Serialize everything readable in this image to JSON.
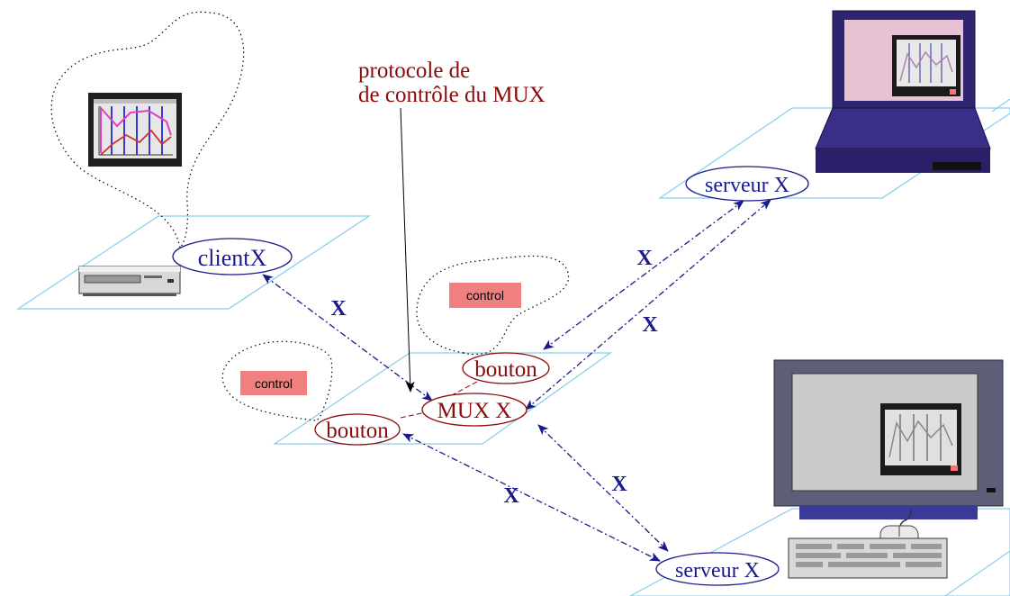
{
  "annotation": {
    "line1": "protocole de",
    "line2": "de contrôle du MUX"
  },
  "nodes": {
    "client": "clientX",
    "server_top": "serveur X",
    "server_bottom": "serveur X",
    "mux": "MUX X",
    "button_upper": "bouton",
    "button_lower": "bouton"
  },
  "controls": {
    "upper": "control",
    "lower": "control"
  },
  "links": {
    "client_mux": "X",
    "mux_server_top_a": "X",
    "mux_server_top_b": "X",
    "mux_server_bottom_a": "X",
    "mux_server_bottom_b": "X"
  },
  "colors": {
    "node_blue": "#1a1a8c",
    "node_red": "#8b0a0a",
    "plane": "#87cdea",
    "control_fill": "#f08080",
    "laptop": "#2e2470",
    "monitor": "#5e5e78"
  },
  "icons": {
    "client_host": "desktop-box-icon",
    "chart_window": "chart-window-icon",
    "laptop": "laptop-icon",
    "workstation": "crt-monitor-icon",
    "keyboard": "keyboard-icon"
  }
}
